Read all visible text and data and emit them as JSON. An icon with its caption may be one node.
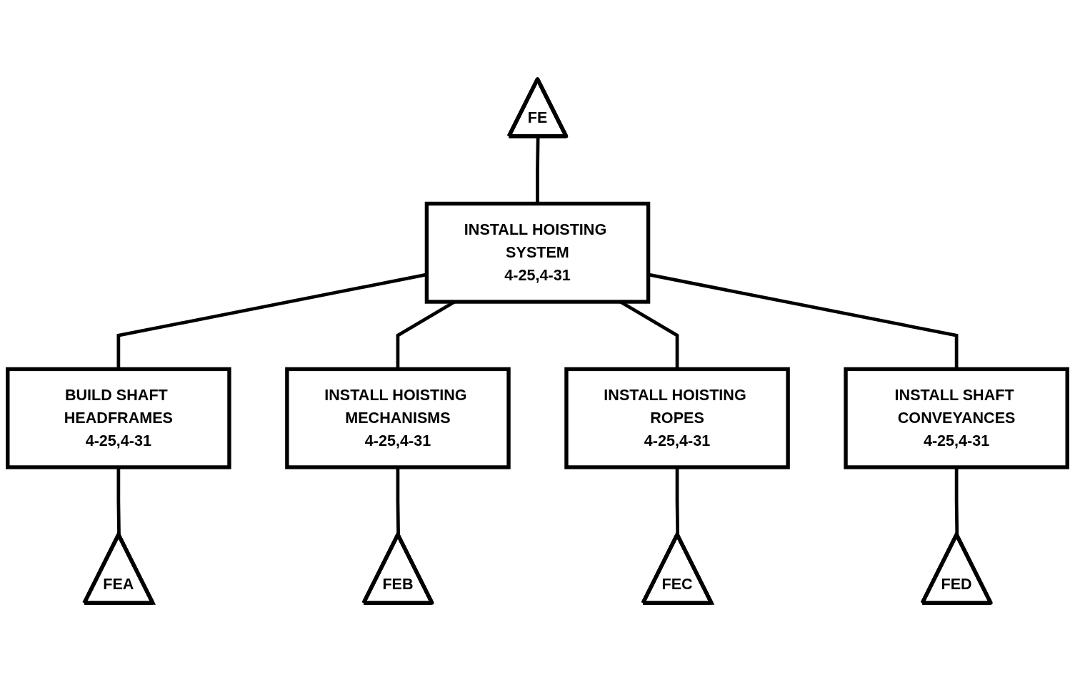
{
  "diagram": {
    "nodes": [
      {
        "text": [
          "FE"
        ]
      },
      {
        "text": [
          "INSTALL HOISTING SYSTEM",
          "4-25,4-31"
        ]
      },
      {
        "text": [
          "BUILD SHAFT HEADFRAMES",
          "4-25,4-31"
        ]
      },
      {
        "text": [
          "INSTALL HOISTING MECHANISMS",
          "4-25,4-31"
        ]
      },
      {
        "text": [
          "INSTALL HOISTING ROPES",
          "4-25,4-31"
        ]
      },
      {
        "text": [
          "INSTALL SHAFT CONVEYANCES",
          "4-25,4-31"
        ]
      },
      {
        "text": [
          "FEA"
        ]
      },
      {
        "text": [
          "FEB"
        ]
      },
      {
        "text": [
          "FEC"
        ]
      },
      {
        "text": [
          "FED"
        ]
      }
    ],
    "edges": [
      {
        "from": 0,
        "to": 1,
        "arrow": "none"
      },
      {
        "from": 1,
        "to": 2,
        "arrow": "none"
      },
      {
        "from": 1,
        "to": 3,
        "arrow": "none"
      },
      {
        "from": 1,
        "to": 4,
        "arrow": "none"
      },
      {
        "from": 1,
        "to": 5,
        "arrow": "none"
      },
      {
        "from": 2,
        "to": 6,
        "arrow": "none"
      },
      {
        "from": 3,
        "to": 7,
        "arrow": "none"
      },
      {
        "from": 4,
        "to": 8,
        "arrow": "none"
      },
      {
        "from": 5,
        "to": 9,
        "arrow": "none"
      }
    ]
  }
}
